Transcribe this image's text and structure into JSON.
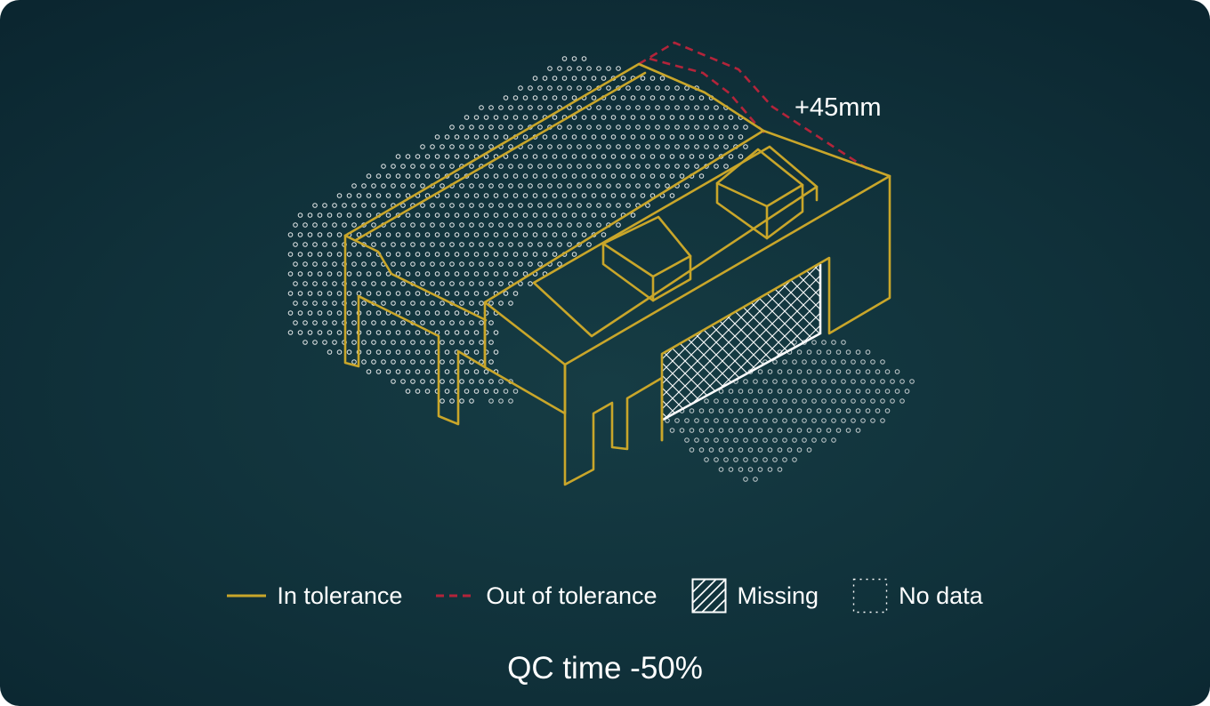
{
  "annotation": {
    "offset_label": "+45mm"
  },
  "legend": {
    "items": [
      {
        "id": "in",
        "label": "In tolerance",
        "swatch": "solid-line"
      },
      {
        "id": "out",
        "label": "Out of tolerance",
        "swatch": "dashed-line"
      },
      {
        "id": "missing",
        "label": "Missing",
        "swatch": "hatched-box"
      },
      {
        "id": "nodata",
        "label": "No data",
        "swatch": "dotted-box"
      }
    ]
  },
  "caption": "QC time -50%",
  "colors": {
    "in_tolerance": "#c9a62a",
    "out_of_tolerance": "#b3243a",
    "missing": "#ffffff",
    "point_cloud": "#ffffff",
    "background": "#123640"
  }
}
